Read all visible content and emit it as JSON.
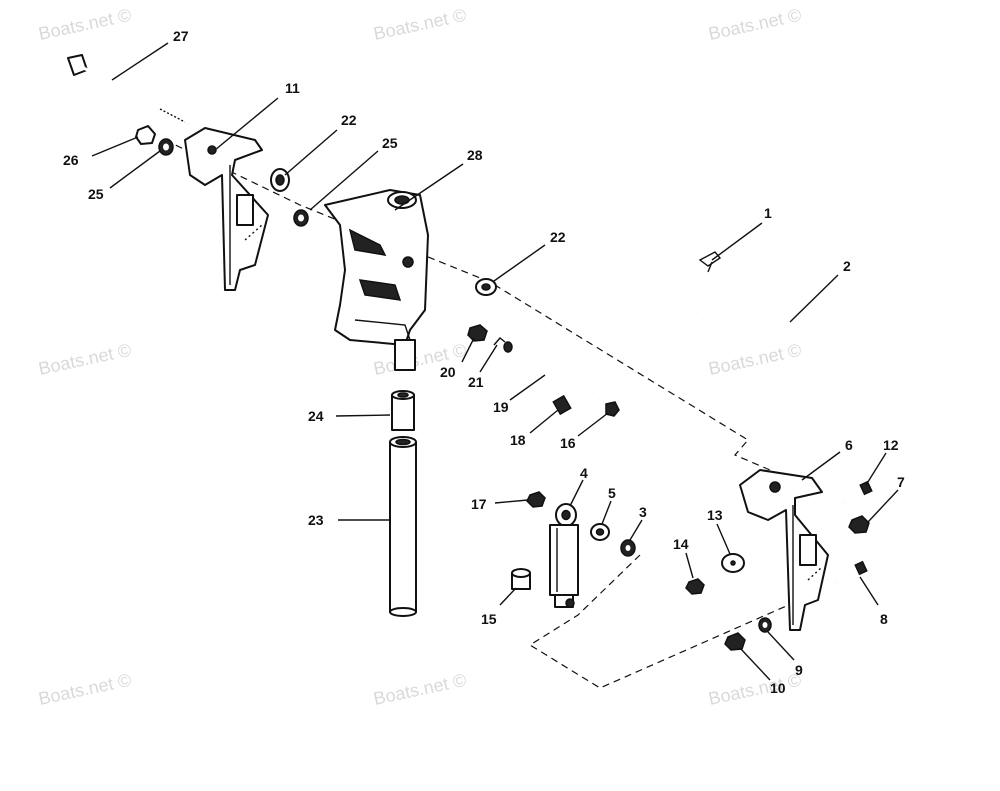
{
  "watermark": "Boats.net ©",
  "callouts": [
    {
      "id": "c27",
      "label": "27"
    },
    {
      "id": "c11",
      "label": "11"
    },
    {
      "id": "c22a",
      "label": "22"
    },
    {
      "id": "c25a",
      "label": "25"
    },
    {
      "id": "c28",
      "label": "28"
    },
    {
      "id": "c26",
      "label": "26"
    },
    {
      "id": "c25b",
      "label": "25"
    },
    {
      "id": "c22b",
      "label": "22"
    },
    {
      "id": "c1",
      "label": "1"
    },
    {
      "id": "c2",
      "label": "2"
    },
    {
      "id": "c20",
      "label": "20"
    },
    {
      "id": "c21",
      "label": "21"
    },
    {
      "id": "c19",
      "label": "19"
    },
    {
      "id": "c18",
      "label": "18"
    },
    {
      "id": "c16",
      "label": "16"
    },
    {
      "id": "c24",
      "label": "24"
    },
    {
      "id": "c23",
      "label": "23"
    },
    {
      "id": "c6",
      "label": "6"
    },
    {
      "id": "c12",
      "label": "12"
    },
    {
      "id": "c7",
      "label": "7"
    },
    {
      "id": "c4",
      "label": "4"
    },
    {
      "id": "c17",
      "label": "17"
    },
    {
      "id": "c5",
      "label": "5"
    },
    {
      "id": "c3",
      "label": "3"
    },
    {
      "id": "c13",
      "label": "13"
    },
    {
      "id": "c14",
      "label": "14"
    },
    {
      "id": "c15",
      "label": "15"
    },
    {
      "id": "c8",
      "label": "8"
    },
    {
      "id": "c9",
      "label": "9"
    },
    {
      "id": "c10",
      "label": "10"
    }
  ]
}
